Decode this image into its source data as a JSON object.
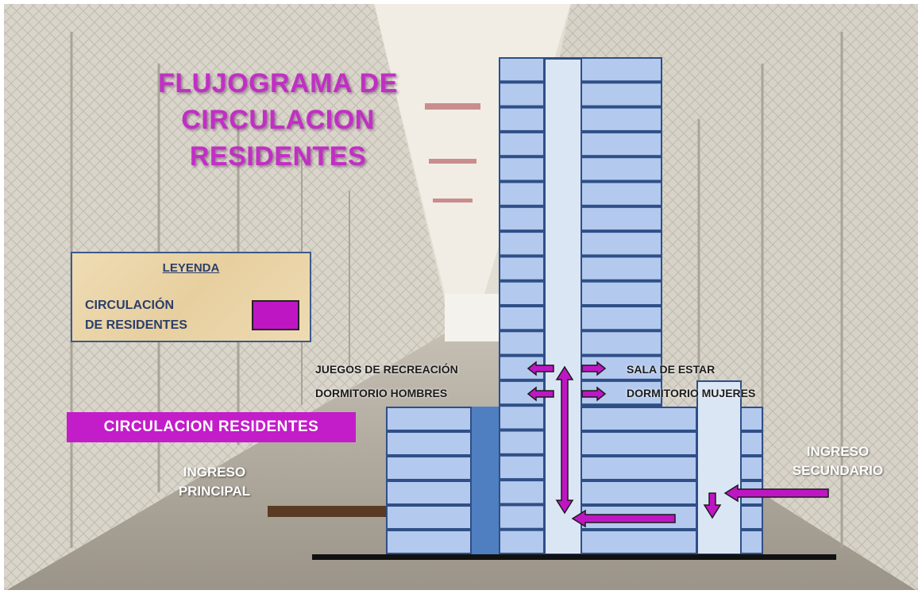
{
  "title_lines": [
    "FLUJOGRAMA DE",
    "CIRCULACION",
    "RESIDENTES"
  ],
  "legend": {
    "title": "LEYENDA",
    "label_lines": [
      "CIRCULACIÓN",
      "DE RESIDENTES"
    ],
    "swatch_color": "#bf16c4"
  },
  "banner": "CIRCULACION  RESIDENTES",
  "entrance_main_lines": [
    "INGRESO",
    "PRINCIPAL"
  ],
  "entrance_secondary_lines": [
    "INGRESO",
    "SECUNDARIO"
  ],
  "rooms": {
    "games": "JUEGOS DE RECREACIÓN",
    "men_dorm": "DORMITORIO HOMBRES",
    "living": "SALA DE ESTAR",
    "women_dorm": "DORMITORIO MUJERES"
  },
  "colors": {
    "circulation": "#bf16c4",
    "window": "#b3c9ee",
    "frame": "#2f4f86",
    "shaft": "#dbe6f5",
    "column": "#4f7fc0",
    "ground": "#111111",
    "entry_path": "#5a3a22"
  }
}
